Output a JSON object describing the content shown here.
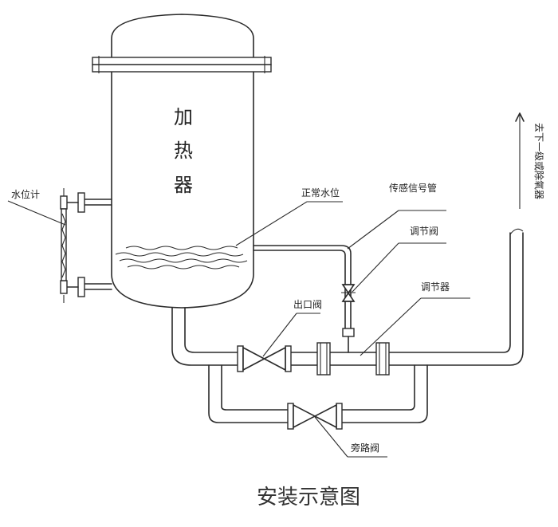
{
  "labels": {
    "heater_chars": [
      "加",
      "热",
      "器"
    ],
    "water_gauge": "水位计",
    "normal_level": "正常水位",
    "sensor_tube": "传感信号管",
    "control_valve": "调节阀",
    "regulator": "调节器",
    "outlet_valve": "出口阀",
    "bypass_valve": "旁路阀",
    "to_deaerator": "去下一级或除氧器",
    "title": "安装示意图"
  }
}
